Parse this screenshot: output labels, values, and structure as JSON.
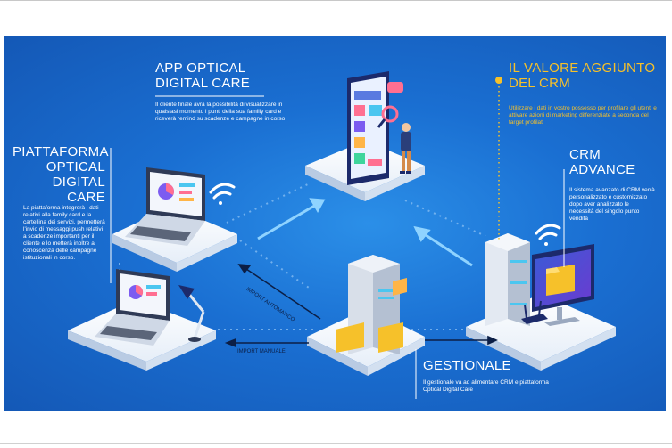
{
  "colors": {
    "background": "#1a6fd2",
    "accent_yellow": "#f6c12a",
    "text": "#ffffff",
    "arrow_light": "#8fd3ff",
    "arrow_dark": "#0c1f46"
  },
  "sections": {
    "app": {
      "title_line1": "APP OPTICAL",
      "title_line2": "DIGITAL CARE",
      "body": "Il cliente finale avrà la possibilità di visualizzare in qualsiasi momento i punti della sua familiy card e riceverà remind su scadenze e campagne in corso"
    },
    "valore": {
      "title_line1": "IL VALORE AGGIUNTO",
      "title_line2": "DEL CRM",
      "body": "Utilizzare i dati in vostro possesso per profilare gli utenti e attivare azioni di marketing differenziate a seconda del target profilati"
    },
    "piattaforma": {
      "title_line1": "PIATTAFORMA",
      "title_line2": "OPTICAL",
      "title_line3": "DIGITAL CARE",
      "body": "La piattaforma integrerà i dati relativi alla family card e la cartellina dei servizi, permetterà l'invio di messaggi push relativi a scadenze importanti per il cliente e lo metterà inoltre a conoscenza delle campagne istituzionali in corso."
    },
    "crm": {
      "title_line1": "CRM",
      "title_line2": "ADVANCE",
      "body": "Il sistema avanzato di CRM verrà personalizzato e customizzato dopo aver analizzato le necessità del singolo punto vendita"
    },
    "gestionale": {
      "title": "GESTIONALE",
      "body": "Il gestionale va ad alimentare CRM e piattaforma Optical Digital Care"
    }
  },
  "arrow_labels": {
    "import_automatico": "IMPORT AUTOMATICO",
    "import_manuale": "IMPORT MANUALE"
  },
  "icons": [
    "smartphone-icon",
    "laptop-icon",
    "wifi-icon",
    "server-icon",
    "monitor-folder-icon",
    "desk-lamp-icon",
    "person-icon"
  ]
}
